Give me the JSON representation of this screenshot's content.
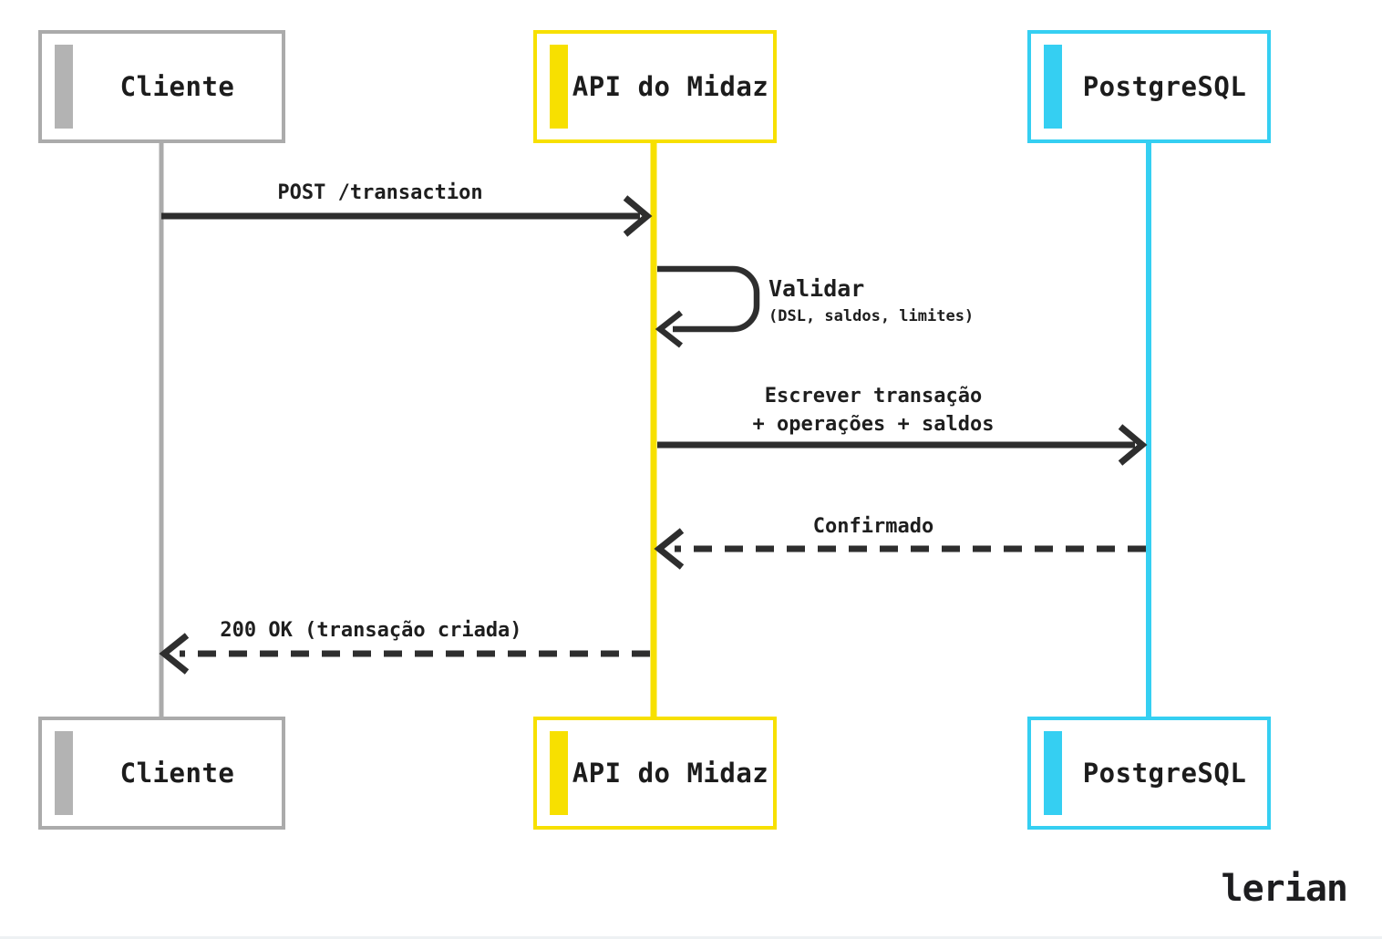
{
  "diagram": {
    "type": "sequence-diagram",
    "actors": [
      {
        "id": "cliente",
        "label": "Cliente",
        "accent_color": "#b3b3b3",
        "border_color": "#ababab"
      },
      {
        "id": "api",
        "label": "API do Midaz",
        "accent_color": "#f7e000",
        "border_color": "#f7e000"
      },
      {
        "id": "postgres",
        "label": "PostgreSQL",
        "accent_color": "#35cff2",
        "border_color": "#35cff2"
      }
    ],
    "messages": [
      {
        "from": "cliente",
        "to": "api",
        "style": "solid",
        "label": "POST /transaction"
      },
      {
        "from": "api",
        "to": "api",
        "style": "self",
        "label": "Validar",
        "sublabel": "(DSL, saldos, limites)"
      },
      {
        "from": "api",
        "to": "postgres",
        "style": "solid",
        "label": "Escrever transação",
        "label_line2": "+ operações + saldos"
      },
      {
        "from": "postgres",
        "to": "api",
        "style": "dashed",
        "label": "Confirmado"
      },
      {
        "from": "api",
        "to": "cliente",
        "style": "dashed",
        "label": "200 OK (transação criada)"
      }
    ],
    "colors": {
      "arrow": "#2e2e2e",
      "background": "#ffffff",
      "text": "#1c1c1c"
    },
    "footer": {
      "logo_text": "lerian"
    }
  }
}
